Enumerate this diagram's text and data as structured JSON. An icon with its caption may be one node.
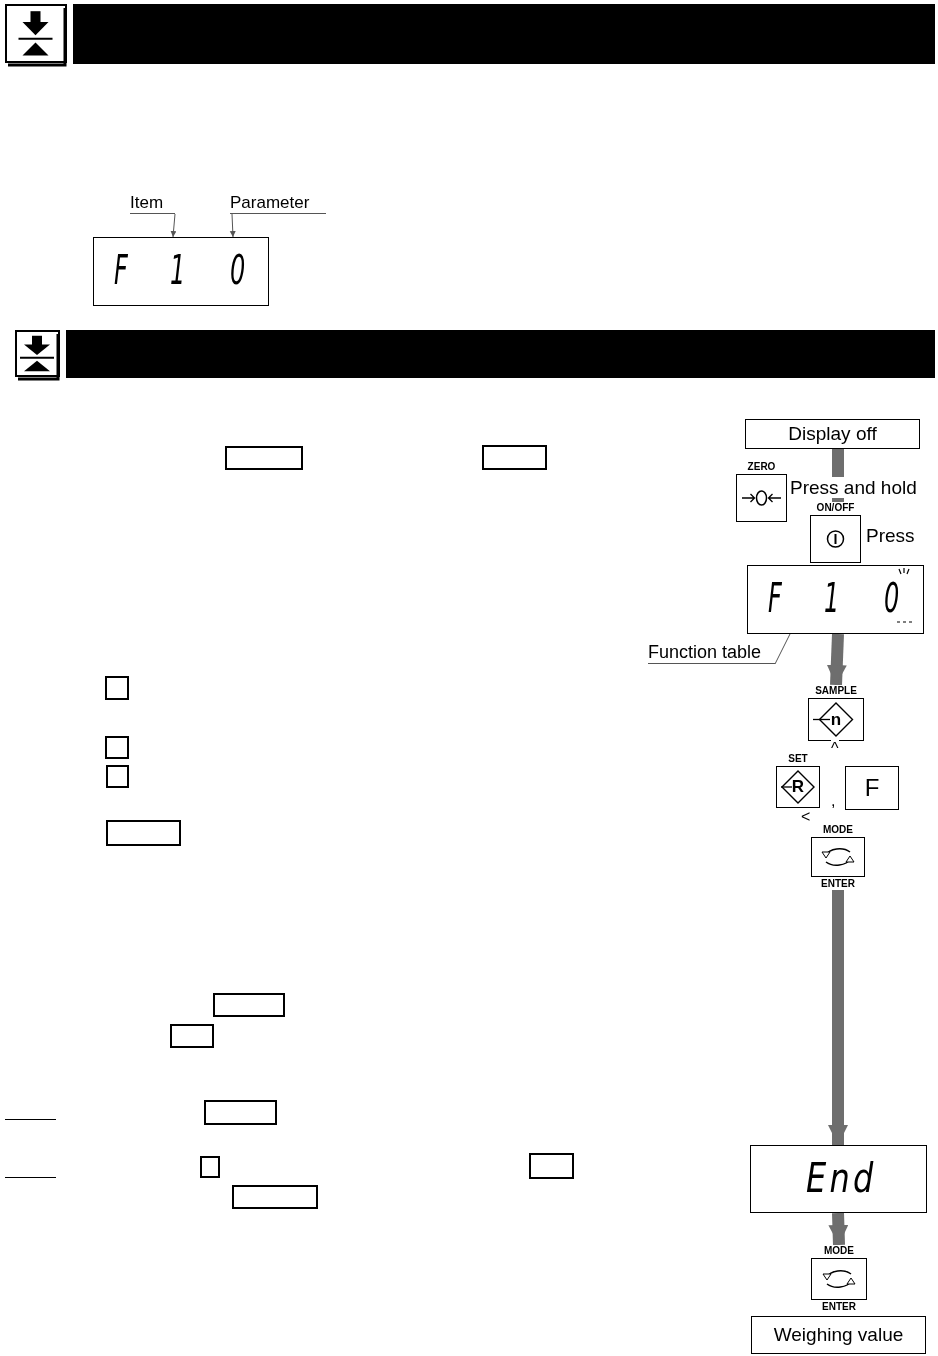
{
  "diagram": {
    "nodes": [
      {
        "text": [
          "Item"
        ]
      },
      {
        "text": [
          "Parameter"
        ]
      },
      {
        "text": [
          "F",
          "1",
          "0"
        ]
      },
      {
        "text": [],
        "shape": "box"
      },
      {
        "text": [],
        "shape": "box"
      },
      {
        "text": [],
        "shape": "box"
      },
      {
        "text": [],
        "shape": "box"
      },
      {
        "text": [],
        "shape": "box"
      },
      {
        "text": [],
        "shape": "box"
      },
      {
        "text": [],
        "shape": "box"
      },
      {
        "text": [],
        "shape": "box"
      },
      {
        "text": [],
        "shape": "box"
      },
      {
        "text": [],
        "shape": "box"
      },
      {
        "text": [],
        "shape": "box"
      },
      {
        "text": [],
        "shape": "box"
      },
      {
        "text": [
          "Display off"
        ]
      },
      {
        "text": [
          "ZERO"
        ],
        "beside": [
          "Press and hold"
        ]
      },
      {
        "text": [
          "ON/OFF"
        ],
        "beside": [
          "Press"
        ]
      },
      {
        "text": [
          "F",
          "1",
          "0"
        ]
      },
      {
        "text": [
          "Function table"
        ]
      },
      {
        "text": [
          "SAMPLE",
          "n"
        ],
        "beside": [
          "^"
        ]
      },
      {
        "text": [
          "SET",
          "R"
        ],
        "beside": [
          "<"
        ]
      },
      {
        "text": [
          "F"
        ]
      },
      {
        "text": [
          "MODE",
          "ENTER"
        ]
      },
      {
        "text": [
          "End"
        ]
      },
      {
        "text": [
          "MODE",
          "ENTER"
        ]
      },
      {
        "text": [
          "Weighing value"
        ]
      }
    ],
    "edges": [
      {
        "from": 0,
        "to": 2,
        "arrow": "to",
        "color": "#555555"
      },
      {
        "from": 1,
        "to": 2,
        "arrow": "to",
        "color": "#555555"
      },
      {
        "from": 15,
        "to": 17,
        "arrow": "to"
      },
      {
        "from": 19,
        "to": 18,
        "arrow": "none",
        "color": "#555555"
      },
      {
        "from": 18,
        "to": 20,
        "arrow": "to"
      },
      {
        "from": 23,
        "to": 24,
        "arrow": "to"
      },
      {
        "from": 24,
        "to": 25,
        "arrow": "to"
      }
    ],
    "labels": [
      ","
    ]
  }
}
